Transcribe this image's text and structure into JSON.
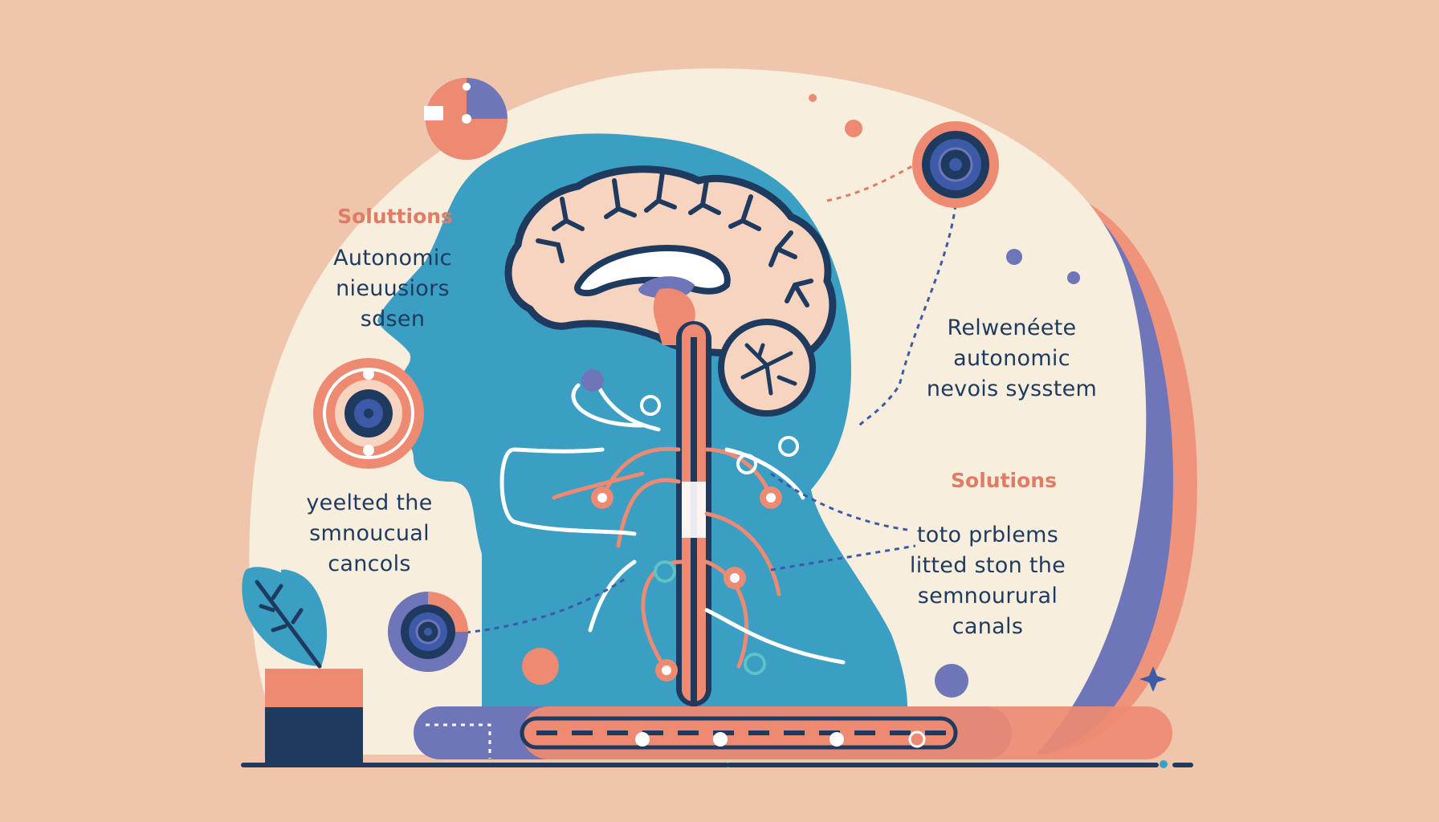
{
  "colors": {
    "background": "#EFC6AB",
    "panel": "#F7EEDD",
    "head": "#3B9EC3",
    "brain": "#F6D4BF",
    "navy": "#1F3A5F",
    "coral": "#EE8A72",
    "purple": "#6E75B8",
    "heading": "#E07B64"
  },
  "icons": [
    "pie-target-icon",
    "target-icon",
    "leaf-icon",
    "sparkle-icon",
    "brain-icon",
    "spinal-cord-icon"
  ],
  "left_panel": {
    "heading": "Soluttions",
    "lines": [
      "Autonomic",
      "nieuusiors",
      "sdsen"
    ]
  },
  "left_lower": {
    "lines": [
      "yeelted the",
      "smnoucual",
      "cancols"
    ]
  },
  "right_panel": {
    "lines": [
      "Relwenéete",
      "autonomic",
      "nevois sysstem"
    ]
  },
  "right_lower": {
    "heading": "Solutions",
    "lines": [
      "toto prblems",
      "litted ston the",
      "semnourural",
      "canals"
    ]
  }
}
